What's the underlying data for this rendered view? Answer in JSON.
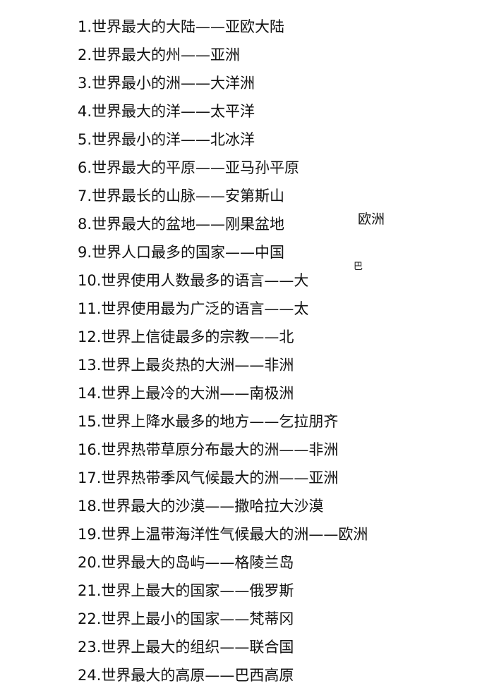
{
  "items": [
    {
      "label": "1.世界最大的大陆——亚欧大陆"
    },
    {
      "label": "2.世界最大的州——亚洲"
    },
    {
      "label": "3.世界最小的洲——大洋洲"
    },
    {
      "label": "4.世界最大的洋——太平洋"
    },
    {
      "label": "5.世界最小的洋——北冰洋"
    },
    {
      "label": "6.世界最大的平原——亚马孙平原"
    },
    {
      "label": "7.世界最长的山脉——安第斯山"
    },
    {
      "label": "8.世界最大的盆地——刚果盆地"
    },
    {
      "label": "9.世界人口最多的国家——中国"
    },
    {
      "label": "10.世界使用人数最多的语言——大"
    },
    {
      "label": "11.世界使用最为广泛的语言——太"
    },
    {
      "label": "12.世界上信徒最多的宗教——北"
    },
    {
      "label": "13.世界上最炎热的大洲——非洲"
    },
    {
      "label": "14.世界上最冷的大洲——南极洲"
    },
    {
      "label": "15.世界上降水最多的地方——乞拉朋齐"
    },
    {
      "label": "16.世界热带草原分布最大的洲——非洲"
    },
    {
      "label": "17.世界热带季风气候最大的洲——亚洲"
    },
    {
      "label": "18.世界最大的沙漠——撒哈拉大沙漠"
    },
    {
      "label": "19.世界上温带海洋性气候最大的洲——欧洲"
    },
    {
      "label": "20.世界最大的岛屿——格陵兰岛"
    },
    {
      "label": "21.世界上最大的国家——俄罗斯"
    },
    {
      "label": "22.世界上最小的国家——梵蒂冈"
    },
    {
      "label": "23.世界上最大的组织——联合国"
    },
    {
      "label": "24.世界最大的高原——巴西高原"
    }
  ],
  "fragments": {
    "europe": "欧洲",
    "ba": "巴"
  }
}
